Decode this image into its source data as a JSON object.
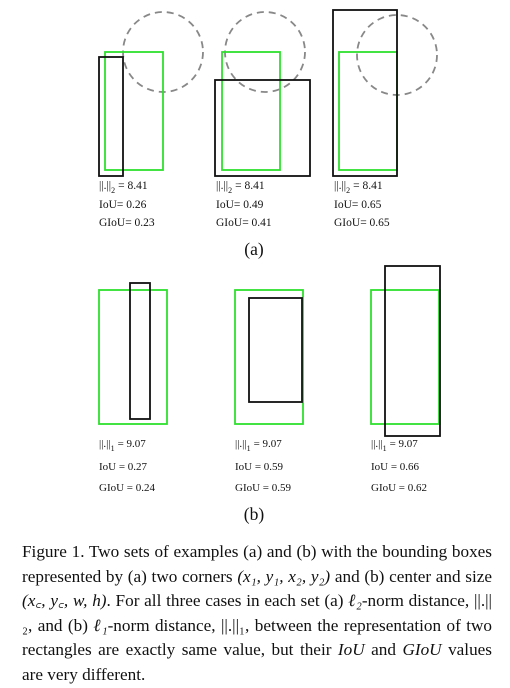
{
  "colors": {
    "green": "#2ee02e",
    "black": "#111111",
    "gray": "#888888"
  },
  "panel_a": {
    "label": "(a)",
    "examples": [
      {
        "norm_text": "||.||",
        "norm_sub": "2",
        "norm_value": "= 8.41",
        "iou": "IoU= 0.26",
        "giou": "GIoU= 0.23"
      },
      {
        "norm_text": "||.||",
        "norm_sub": "2",
        "norm_value": "= 8.41",
        "iou": "IoU= 0.49",
        "giou": "GIoU= 0.41"
      },
      {
        "norm_text": "||.||",
        "norm_sub": "2",
        "norm_value": "= 8.41",
        "iou": "IoU= 0.65",
        "giou": "GIoU= 0.65"
      }
    ]
  },
  "panel_b": {
    "label": "(b)",
    "examples": [
      {
        "norm_text": "||.||",
        "norm_sub": "1",
        "norm_value": "= 9.07",
        "iou": "IoU = 0.27",
        "giou": "GIoU = 0.24"
      },
      {
        "norm_text": "||.||",
        "norm_sub": "1",
        "norm_value": "= 9.07",
        "iou": "IoU = 0.59",
        "giou": "GIoU = 0.59"
      },
      {
        "norm_text": "||.||",
        "norm_sub": "1",
        "norm_value": "= 9.07",
        "iou": "IoU = 0.66",
        "giou": "GIoU = 0.62"
      }
    ]
  },
  "caption": {
    "t1": "Figure 1.  Two sets of examples (a) and (b) with the bounding boxes represented by (a) two corners ",
    "m1": "(x₁, y₁, x₂, y₂)",
    "t2": " and (b) center and size ",
    "m2": "(x꜀, y꜀, w, h)",
    "t3": ". For all three cases in each set (a) ",
    "m3": "ℓ₂",
    "t4": "-norm distance, ",
    "m4": "||.||₂",
    "t5": ", and (b) ",
    "m5": "ℓ₁",
    "t6": "-norm distance, ",
    "m6": "||.||₁",
    "t7": ", between the representation of two rectangles are exactly same value, but their ",
    "m7": "IoU",
    "t8": " and ",
    "m8": "GIoU",
    "t9": " values are very different."
  }
}
